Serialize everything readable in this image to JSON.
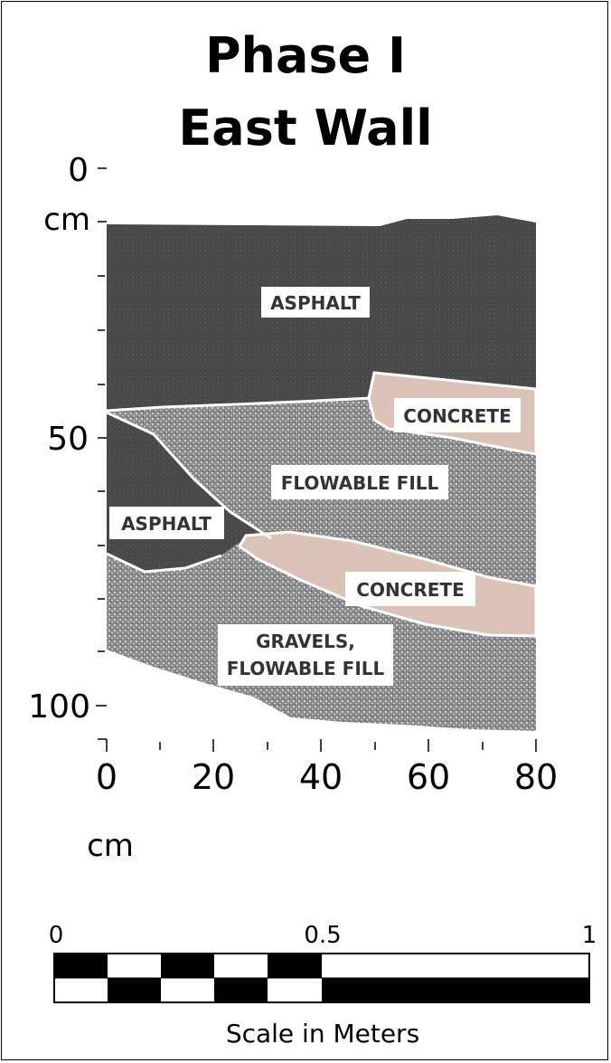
{
  "title": {
    "line1": "Phase I",
    "line2": "East Wall"
  },
  "depth_axis": {
    "ticks": [
      {
        "label": "0",
        "depth": 0
      },
      {
        "label": "50",
        "depth": 50
      },
      {
        "label": "100",
        "depth": 100
      }
    ],
    "unit": "cm"
  },
  "horizontal_axis": {
    "ticks": [
      {
        "label": "0",
        "value": 0
      },
      {
        "label": "20",
        "value": 20
      },
      {
        "label": "40",
        "value": 40
      },
      {
        "label": "60",
        "value": 60
      },
      {
        "label": "80",
        "value": 80
      }
    ],
    "unit": "cm"
  },
  "layers": {
    "asphalt_upper": "ASPHALT",
    "concrete_upper": "CONCRETE",
    "flowable_fill": "FLOWABLE FILL",
    "asphalt_lower": "ASPHALT",
    "concrete_lower": "CONCRETE",
    "gravels_line1": "GRAVELS,",
    "gravels_line2": "FLOWABLE FILL"
  },
  "colors": {
    "asphalt": "#4a4a4a",
    "fill": "#8f8f8f",
    "concrete": "#dcc3b8",
    "label_bg": "#ffffff"
  },
  "scale_bar": {
    "label_start": "0",
    "label_mid": "0.5",
    "label_end": "1",
    "caption": "Scale in Meters"
  }
}
